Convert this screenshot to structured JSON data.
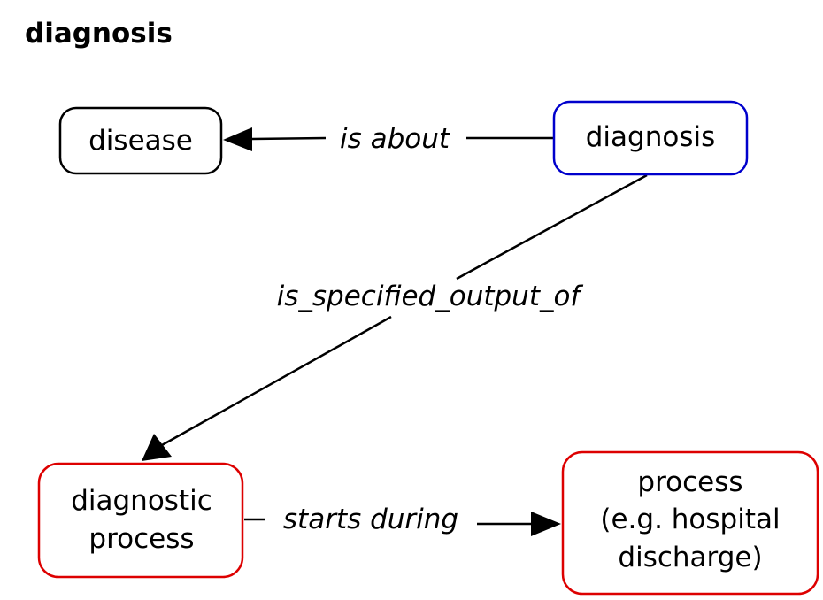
{
  "title": "diagnosis",
  "nodes": {
    "disease": {
      "lines": [
        "disease"
      ],
      "border_color": "#000000"
    },
    "diagnosis": {
      "lines": [
        "diagnosis"
      ],
      "border_color": "#0000cc"
    },
    "diagnostic_process": {
      "lines": [
        "diagnostic",
        "process"
      ],
      "border_color": "#dd0000"
    },
    "process": {
      "lines": [
        "process",
        "(e.g. hospital",
        "discharge)"
      ],
      "border_color": "#dd0000"
    }
  },
  "edges": {
    "is_about": {
      "label": "is about",
      "from": "diagnosis",
      "to": "disease"
    },
    "is_specified_output_of": {
      "label": "is_specified_output_of",
      "from": "diagnosis",
      "to": "diagnostic_process"
    },
    "starts_during": {
      "label": "starts during",
      "from": "diagnostic_process",
      "to": "process"
    }
  }
}
